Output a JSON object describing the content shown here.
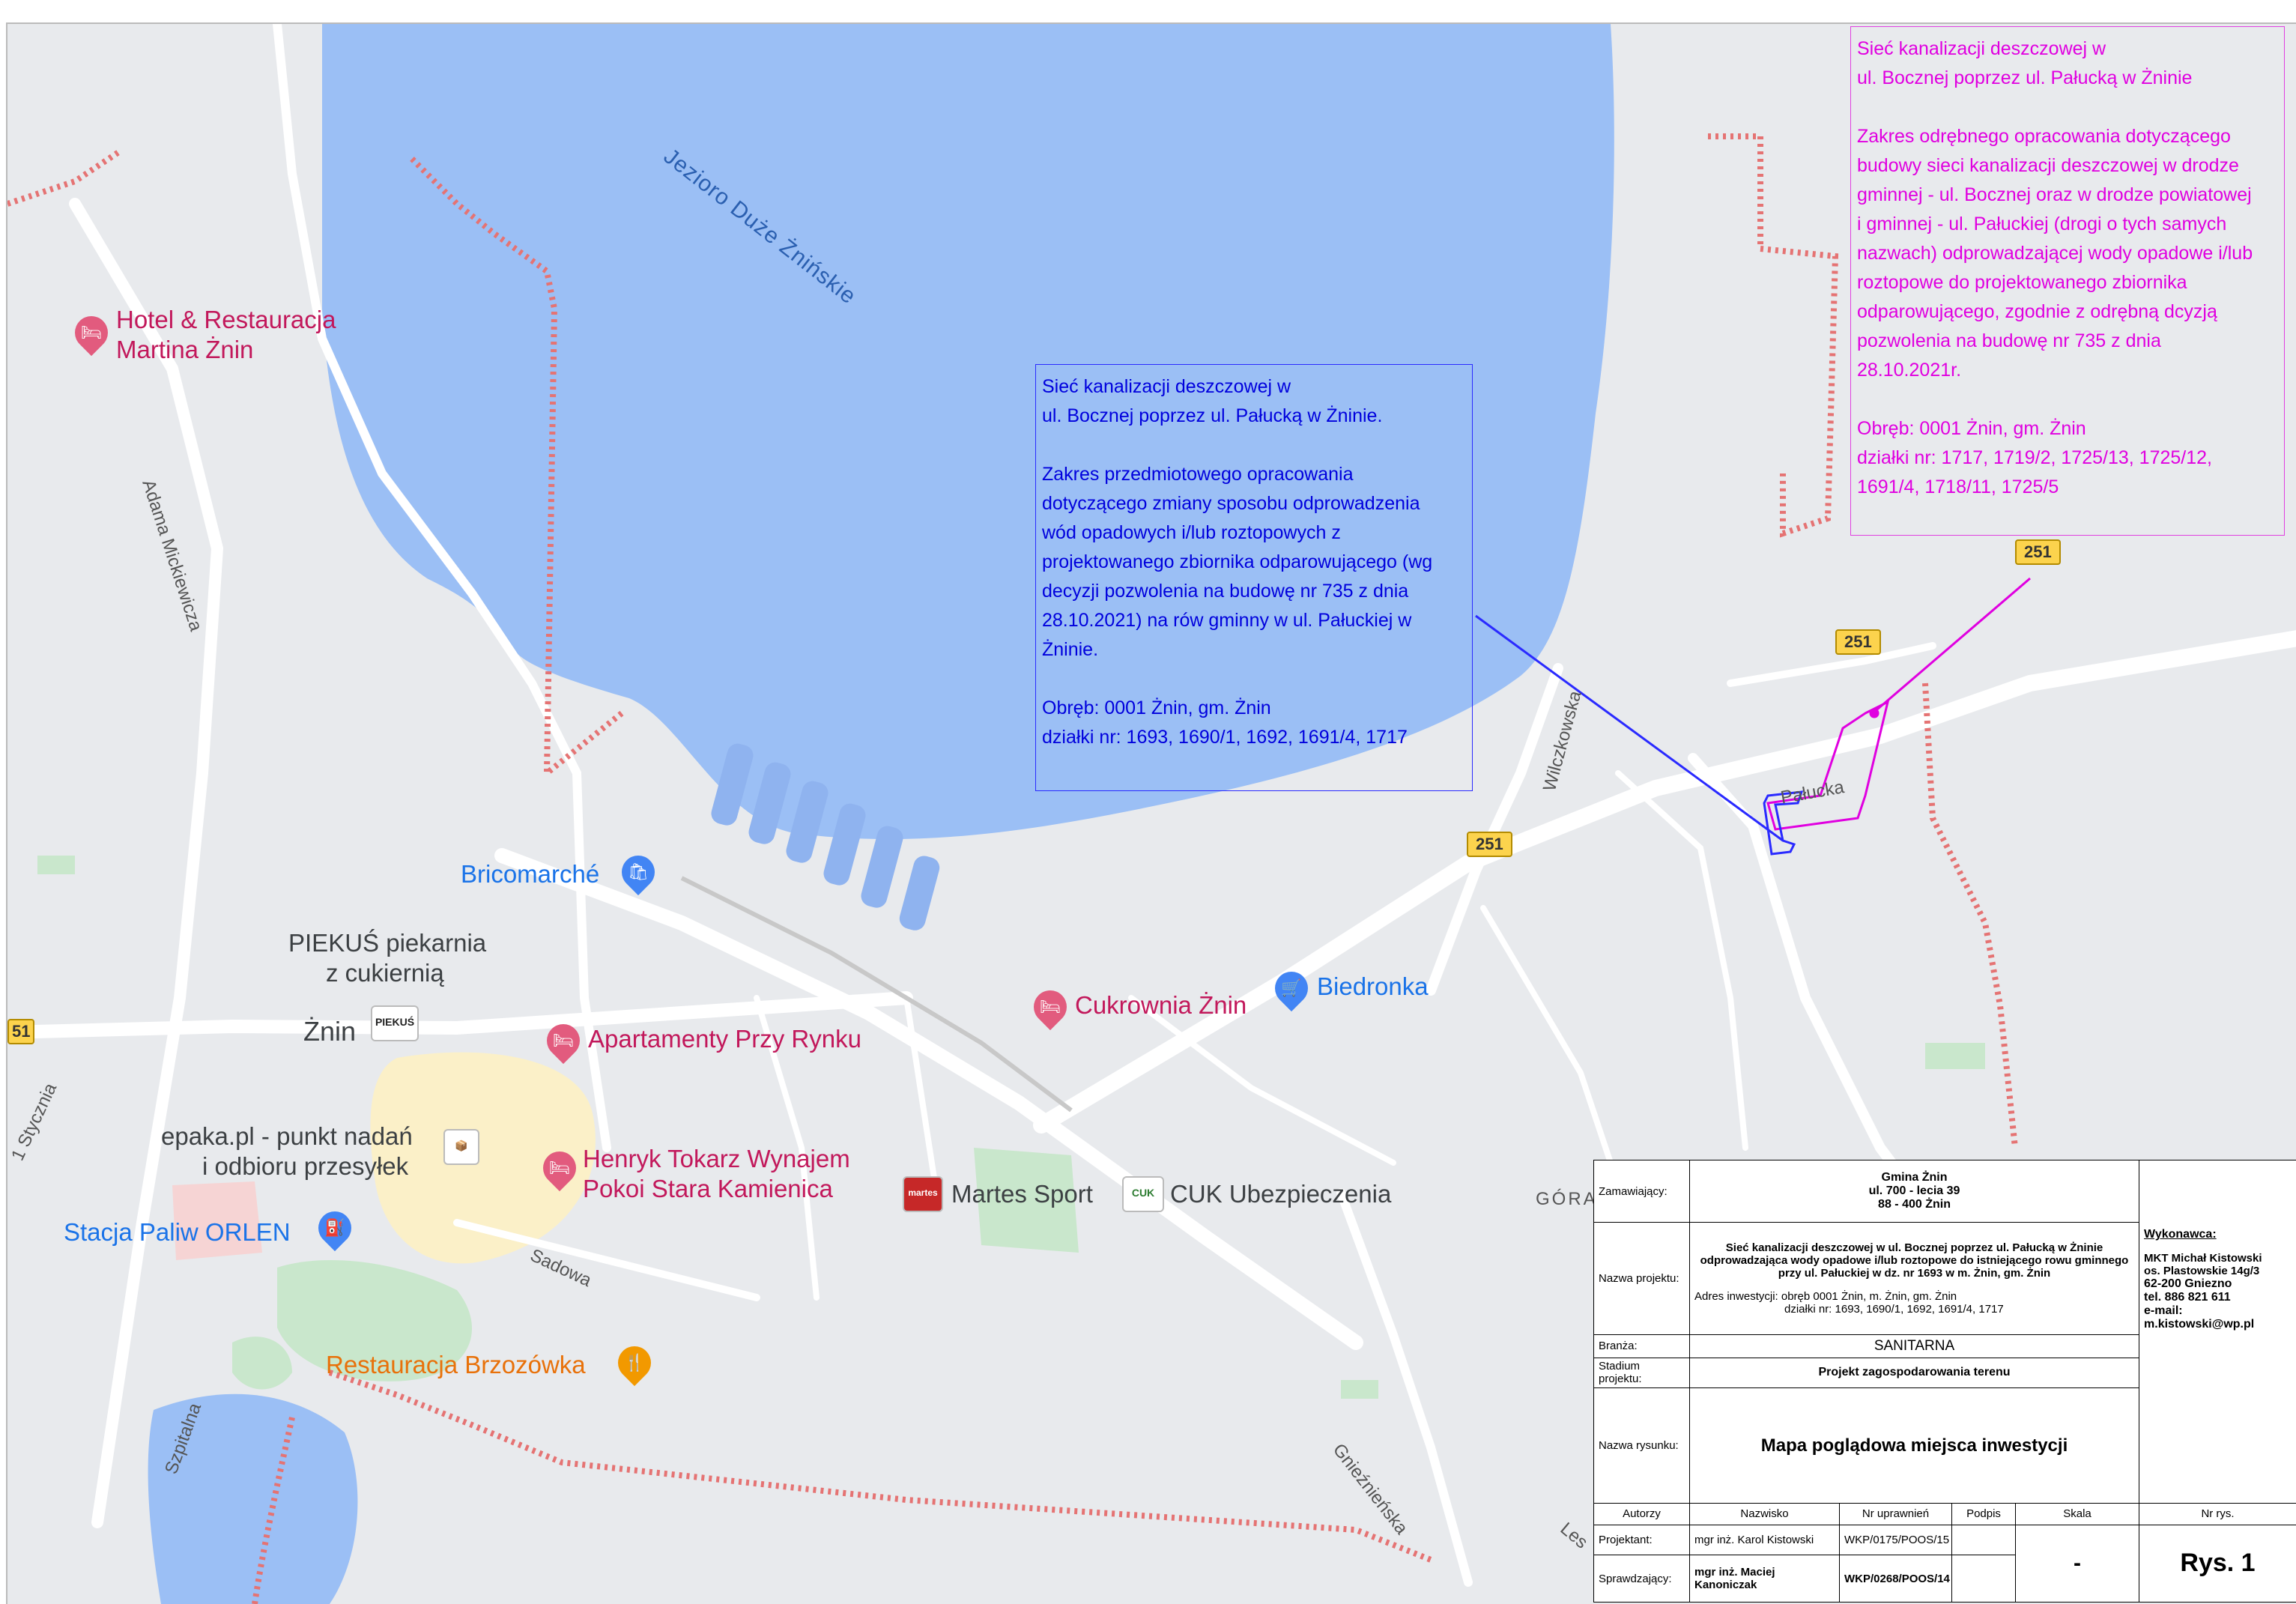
{
  "map": {
    "lake_label": "Jezioro Duże Żnińskie",
    "city_label": "Żnin",
    "district_label": "GÓRA",
    "road_number": "251",
    "road_number_left": "51",
    "streets": {
      "mickiewicza": "Adama Mickiewicza",
      "wilczkowska": "Wilczkowska",
      "palucka": "Pałucka",
      "sadowa": "Sadowa",
      "szpitalna": "Szpitalna",
      "gnieznienska": "Gnieźnieńska",
      "stycznia": "1 Stycznia",
      "les": "Les"
    },
    "pois": {
      "hotel_line1": "Hotel & Restauracja",
      "hotel_line2": "Martina Żnin",
      "bricomarche": "Bricomarché",
      "piekus_line1": "PIEKUŚ piekarnia",
      "piekus_line2": "z cukiernią",
      "piekus_logo": "PIEKUŚ",
      "apartamenty": "Apartamenty Przy Rynku",
      "cukrownia": "Cukrownia Żnin",
      "biedronka": "Biedronka",
      "epaka_line1": "epaka.pl - punkt nadań",
      "epaka_line2": "i odbioru przesyłek",
      "henryk_line1": "Henryk Tokarz Wynajem",
      "henryk_line2": "Pokoi Stara Kamienica",
      "orlen": "Stacja Paliw ORLEN",
      "martes": "Martes Sport",
      "martes_logo": "martes",
      "cuk": "CUK Ubezpieczenia",
      "cuk_logo": "CUK",
      "brzozowka": "Restauracja Brzozówka"
    },
    "colors": {
      "water": "#9bbff5",
      "land": "#e8eaed",
      "road": "#ffffff",
      "boundary": "#e57373",
      "green": "#c9e7cc",
      "old_town": "#fbf0c8"
    }
  },
  "note_blue": {
    "text": "Sieć kanalizacji deszczowej w\nul. Bocznej poprzez ul. Pałucką w Żninie.\n\nZakres przedmiotowego opracowania\ndotyczącego zmiany sposobu odprowadzenia\nwód opadowych i/lub roztopowych z\nprojektowanego zbiornika odparowującego (wg\ndecyzji pozwolenia na budowę nr 735 z dnia\n28.10.2021) na rów gminny w ul. Pałuckiej w\nŻninie.\n\nObręb: 0001 Żnin, gm. Żnin\ndziałki nr: 1693, 1690/1, 1692, 1691/4, 1717",
    "color": "#0000dd"
  },
  "note_magenta": {
    "text": "Sieć kanalizacji deszczowej w\nul. Bocznej poprzez ul. Pałucką w Żninie\n\nZakres odrębnego opracowania dotyczącego\nbudowy sieci kanalizacji deszczowej w drodze\ngminnej - ul. Bocznej oraz w drodze powiatowej\ni gminnej - ul. Pałuckiej (drogi o tych samych\nnazwach) odprowadzającej wody opadowe i/lub\nroztopowe do projektowanego zbiornika\nodparowującego, zgodnie z odrębną dcyzją\npozwolenia na budowę nr 735 z dnia\n28.10.2021r.\n\nObręb: 0001 Żnin, gm. Żnin\ndziałki nr: 1717, 1719/2, 1725/13, 1725/12,\n1691/4, 1718/11, 1725/5",
    "color": "#e000e0"
  },
  "title_block": {
    "zamawiajacy_label": "Zamawiający:",
    "zamawiajacy_name": "Gmina Żnin",
    "zamawiajacy_addr1": "ul. 700 - lecia 39",
    "zamawiajacy_addr2": "88 - 400 Żnin",
    "projekt_label": "Nazwa projektu:",
    "projekt_title": "Sieć kanalizacji deszczowej w ul. Bocznej poprzez ul. Pałucką w Żninie odprowadzająca wody opadowe i/lub roztopowe do istniejącego rowu gminnego przy ul. Pałuckiej w dz. nr 1693 w m. Żnin, gm. Żnin",
    "adres_line1": "Adres inwestycji: obręb 0001 Żnin, m. Żnin, gm. Żnin",
    "adres_line2": "działki nr: 1693, 1690/1, 1692, 1691/4, 1717",
    "wykonawca_label": "Wykonawca:",
    "wykonawca_name": "MKT Michał Kistowski",
    "wykonawca_addr1": "os. Plastowskie 14g/3",
    "wykonawca_addr2": "62-200 Gniezno",
    "wykonawca_tel": "tel. 886 821 611",
    "wykonawca_email": "e-mail: m.kistowski@wp.pl",
    "branza_label": "Branża:",
    "branza_value": "SANITARNA",
    "stadium_label": "Stadium projektu:",
    "stadium_value": "Projekt zagospodarowania terenu",
    "rysunek_label": "Nazwa rysunku:",
    "rysunek_value": "Mapa poglądowa miejsca inwestycji",
    "col_autorzy": "Autorzy",
    "col_nazwisko": "Nazwisko",
    "col_nr": "Nr uprawnień",
    "col_podpis": "Podpis",
    "col_skala": "Skala",
    "col_nrrys": "Nr rys.",
    "projektant_label": "Projektant:",
    "projektant_name": "mgr inż. Karol Kistowski",
    "projektant_nr": "WKP/0175/POOS/15",
    "sprawdzajacy_label": "Sprawdzający:",
    "sprawdzajacy_name": "mgr inż. Maciej Kanoniczak",
    "sprawdzajacy_nr": "WKP/0268/POOS/14",
    "skala_value": "-",
    "nrrys_value": "Rys. 1"
  }
}
